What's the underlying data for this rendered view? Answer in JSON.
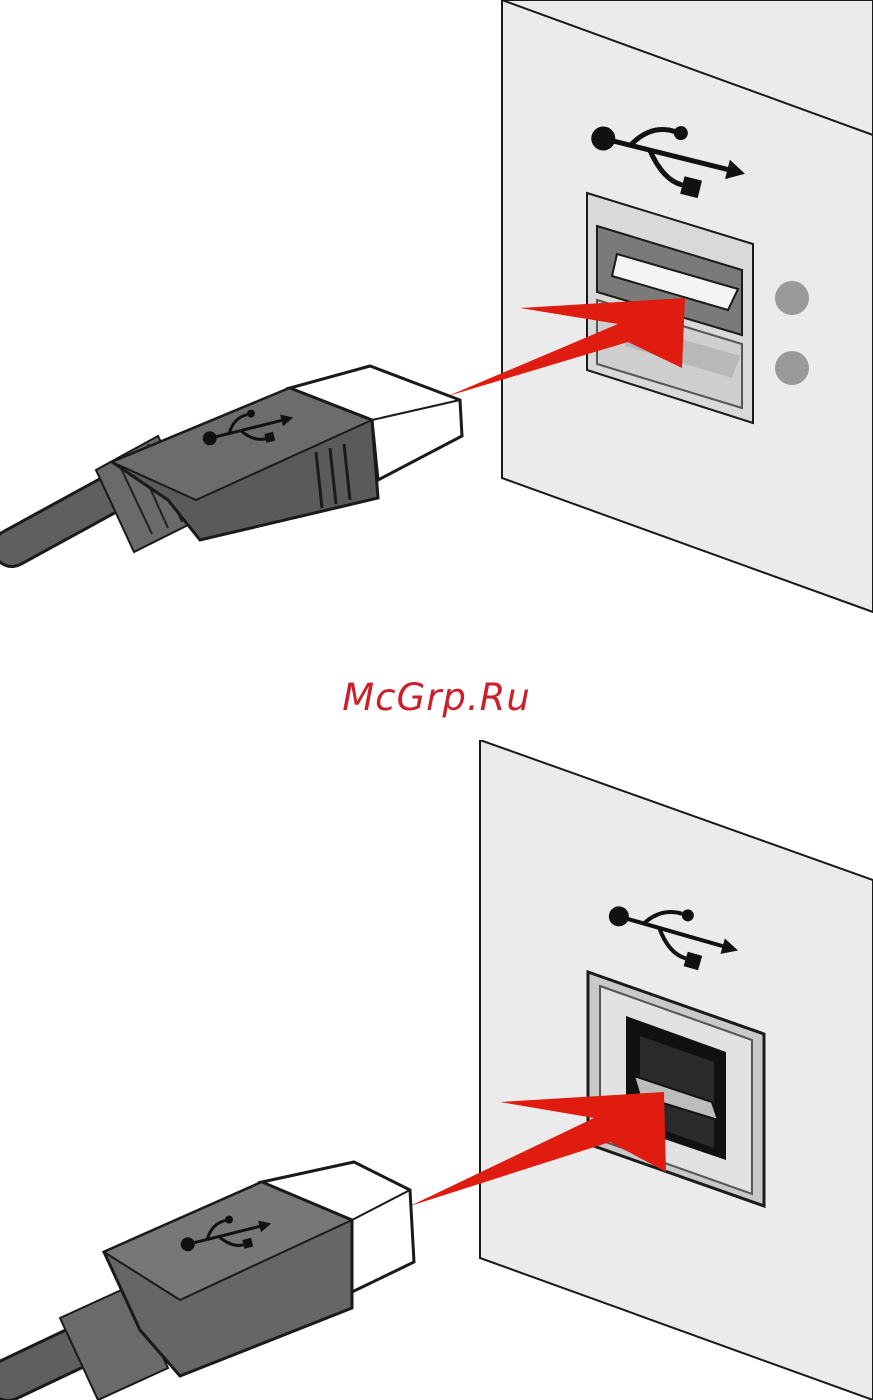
{
  "watermark": {
    "text": "McGrp.Ru"
  },
  "colors": {
    "arrow": "#e01b10",
    "wall": "#ebebeb",
    "connector_body": "#5f5f5f",
    "connector_tip": "#ffffff",
    "outline": "#1a1a1a"
  },
  "icons": {
    "usb_symbol": "usb-icon",
    "direction_arrow": "red-arrow-icon"
  },
  "panels": [
    {
      "name": "usb-a-port-connection",
      "port_type": "USB-A"
    },
    {
      "name": "usb-b-port-connection",
      "port_type": "USB-B"
    }
  ]
}
